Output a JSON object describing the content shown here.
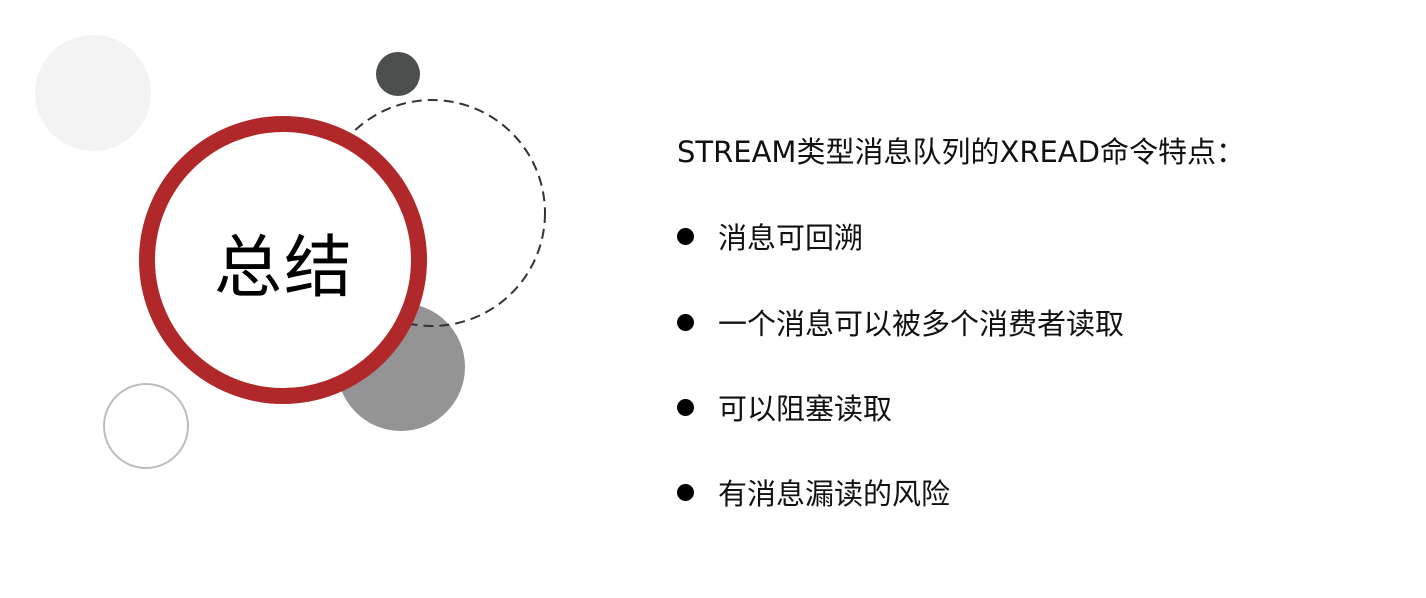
{
  "slide": {
    "title": "总结",
    "heading": "STREAM类型消息队列的XREAD命令特点：",
    "bullets": [
      {
        "text": "消息可回溯",
        "icon": "bullet-dot-icon"
      },
      {
        "text": "一个消息可以被多个消费者读取",
        "icon": "bullet-dot-icon"
      },
      {
        "text": "可以阻塞读取",
        "icon": "bullet-dot-icon"
      },
      {
        "text": "有消息漏读的风险",
        "icon": "bullet-dot-icon"
      }
    ]
  },
  "colors": {
    "accent_ring": "#b0282a",
    "light_circle": "#f3f3f3",
    "dark_circle": "#4b4f4e",
    "gray_circle": "#949494",
    "outline_circle": "#bdbdbd",
    "dashed_circle": "#333333",
    "text": "#111111"
  }
}
